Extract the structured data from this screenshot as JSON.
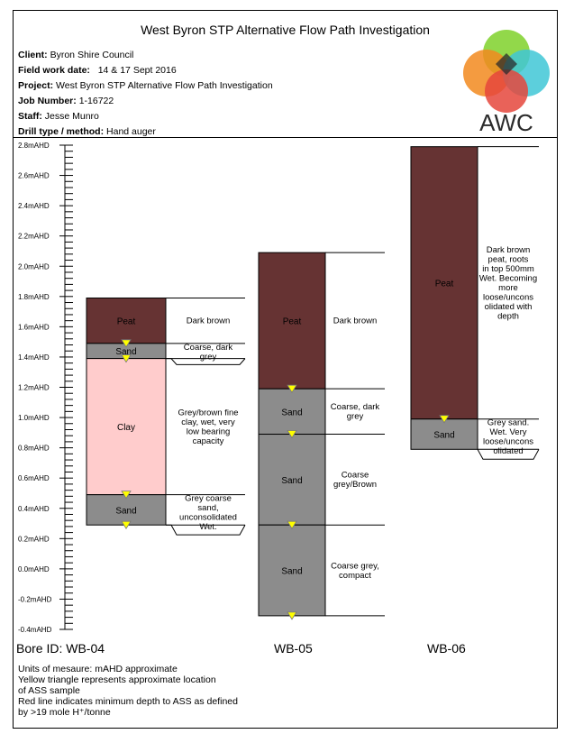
{
  "header": {
    "title": "West Byron STP Alternative Flow Path Investigation",
    "client_key": "Client:",
    "client_val": "Byron Shire Council",
    "fieldwork_key": "Field work date:",
    "fieldwork_val": "14 & 17 Sept 2016",
    "project_key": "Project:",
    "project_val": "West Byron STP Alternative Flow Path Investigation",
    "job_key": "Job Number:",
    "job_val": "1-16722",
    "staff_key": "Staff:",
    "staff_val": "Jesse Munro",
    "drill_key": "Drill type / method:",
    "drill_val": "Hand auger",
    "logo_text": "AWC"
  },
  "axis": {
    "unit": "mAHD",
    "ticks": [
      "2.8mAHD",
      "2.6mAHD",
      "2.4mAHD",
      "2.2mAHD",
      "2.0mAHD",
      "1.8mAHD",
      "1.6mAHD",
      "1.4mAHD",
      "1.2mAHD",
      "1.0mAHD",
      "0.8mAHD",
      "0.6mAHD",
      "0.4mAHD",
      "0.2mAHD",
      "0.0mAHD",
      "-0.2mAHD",
      "-0.4mAHD"
    ],
    "range": [
      -0.4,
      2.8
    ]
  },
  "colors": {
    "peat": "#663333",
    "sand": "#8c8c8c",
    "clay": "#ffcccc",
    "triangle": "#ffff00"
  },
  "bores": [
    {
      "label": "Bore ID: WB-04",
      "layers": [
        {
          "soil": "Peat",
          "top": 1.79,
          "bottom": 1.49,
          "desc": "Dark brown"
        },
        {
          "soil": "Sand",
          "top": 1.49,
          "bottom": 1.39,
          "desc": "Coarse, dark grey"
        },
        {
          "soil": "Clay",
          "top": 1.39,
          "bottom": 0.49,
          "desc": "Grey/brown fine clay, wet, very low bearing capacity"
        },
        {
          "soil": "Sand",
          "top": 0.49,
          "bottom": 0.29,
          "desc": "Grey coarse sand, unconsolidated Wet."
        }
      ],
      "samples": [
        1.49,
        1.39,
        0.49,
        0.29
      ]
    },
    {
      "label": "WB-05",
      "layers": [
        {
          "soil": "Peat",
          "top": 2.09,
          "bottom": 1.19,
          "desc": "Dark brown"
        },
        {
          "soil": "Sand",
          "top": 1.19,
          "bottom": 0.89,
          "desc": "Coarse, dark grey"
        },
        {
          "soil": "Sand",
          "top": 0.89,
          "bottom": 0.29,
          "desc": "Coarse grey/Brown"
        },
        {
          "soil": "Sand",
          "top": 0.29,
          "bottom": -0.31,
          "desc": "Coarse grey, compact"
        }
      ],
      "samples": [
        1.19,
        0.89,
        0.29,
        -0.31
      ]
    },
    {
      "label": "WB-06",
      "layers": [
        {
          "soil": "Peat",
          "top": 2.79,
          "bottom": 0.99,
          "desc": "Dark brown peat, roots in top 500mm Wet. Becoming more loose/uncons olidated with depth"
        },
        {
          "soil": "Sand",
          "top": 0.99,
          "bottom": 0.79,
          "desc": "Grey sand. Wet. Very loose/uncons olidated"
        }
      ],
      "samples": [
        0.99
      ]
    }
  ],
  "notes": [
    "Units of mesaure: mAHD approximate",
    "Yellow triangle represents approximate location",
    "of ASS sample",
    "Red line indicates minimum depth to ASS as defined",
    "by >19 mole H⁺/tonne"
  ]
}
